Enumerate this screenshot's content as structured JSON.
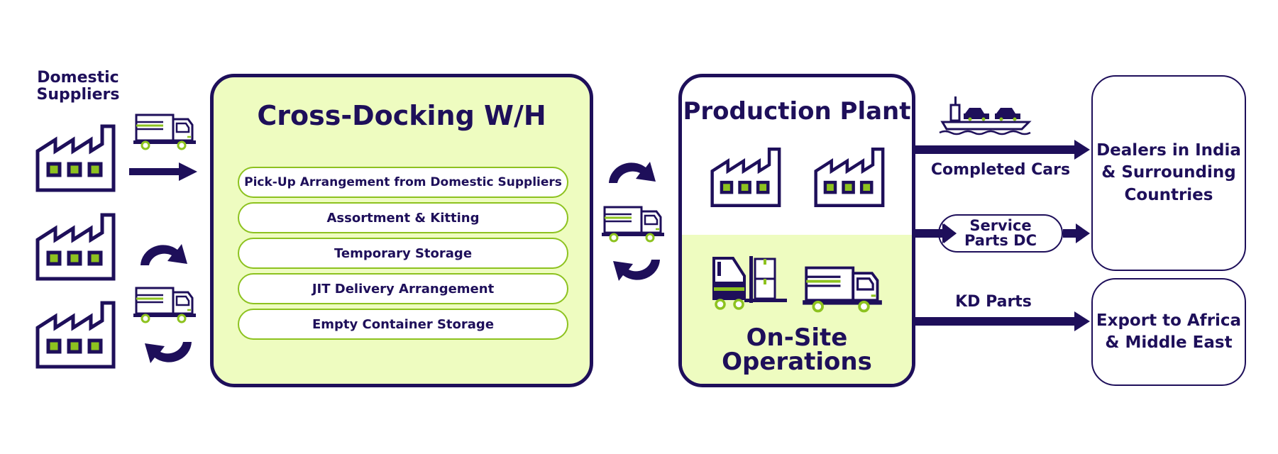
{
  "colors": {
    "navy": "#1e0f5a",
    "green": "#8dc21f",
    "light_green": "#eefcc0",
    "white": "#ffffff"
  },
  "suppliers": {
    "label": "Domestic\nSuppliers",
    "icons": [
      "factory-icon",
      "factory-icon",
      "factory-icon"
    ]
  },
  "cross_dock": {
    "title": "Cross-Docking W/H",
    "services": [
      "Pick-Up Arrangement from Domestic Suppliers",
      "Assortment & Kitting",
      "Temporary Storage",
      "JIT Delivery Arrangement",
      "Empty Container Storage"
    ]
  },
  "plant": {
    "title": "Production Plant",
    "onsite_line1": "On-Site",
    "onsite_line2": "Operations"
  },
  "flows": {
    "completed_cars": "Completed Cars",
    "service_parts_line1": "Service",
    "service_parts_line2": "Parts DC",
    "kd_parts": "KD Parts"
  },
  "destinations": {
    "dealers": [
      "Dealers in India",
      "& Surrounding",
      "Countries"
    ],
    "export": [
      "Export to Africa",
      "& Middle East"
    ]
  }
}
